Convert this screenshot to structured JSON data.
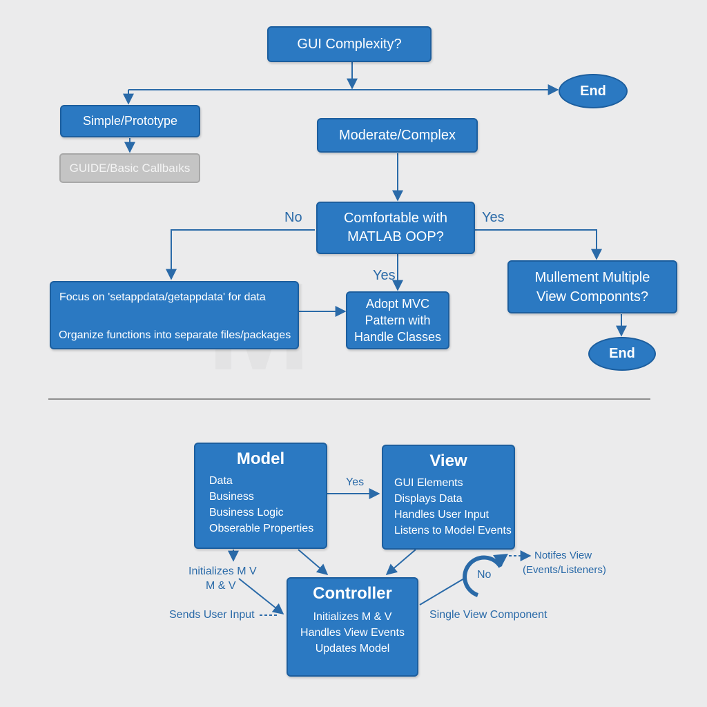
{
  "flowchart": {
    "start": "GUI Complexity?",
    "end_top": "End",
    "simple": "Simple/Prototype",
    "guide": "GUIDE/Basic Callbaıks",
    "moderate": "Moderate/Complex",
    "oop_question": [
      "Comfortable with",
      "MATLAB OOP?"
    ],
    "no_label": "No",
    "yes_right_label": "Yes",
    "yes_down_label": "Yes",
    "focus_box": {
      "line1": "Focus on 'setappdata/getappdata' for data",
      "line2": "Organize functions into separate files/packages"
    },
    "adopt_mvc": [
      "Adopt MVC",
      "Pattern with",
      "Handle Classes"
    ],
    "multiple_views": [
      "Mullement Multiple",
      "View Componnts?"
    ],
    "end_right": "End"
  },
  "mvc": {
    "model": {
      "title": "Model",
      "items": [
        "Data",
        "Business",
        "Business Logic",
        "Obserable Properties"
      ]
    },
    "view": {
      "title": "View",
      "items": [
        "GUI Elements",
        "Displays Data",
        "Handles User Input",
        "Listens to Model Events"
      ]
    },
    "controller": {
      "title": "Controller",
      "items": [
        "Initializes M & V",
        "Handles View Events",
        "Updates Model"
      ]
    },
    "yes_label": "Yes",
    "initializes_label": [
      "Initializes M V",
      "M & V"
    ],
    "sends_label": "Sends User Input",
    "no_label": "No",
    "notifies_label": [
      "Notifes View",
      "(Events/Listeners)"
    ],
    "single_view_label": "Single View Component"
  },
  "colors": {
    "box_fill": "#2b79c2",
    "line": "#2a6aa8",
    "background": "#ebebec",
    "gray_box": "#c4c4c4"
  }
}
